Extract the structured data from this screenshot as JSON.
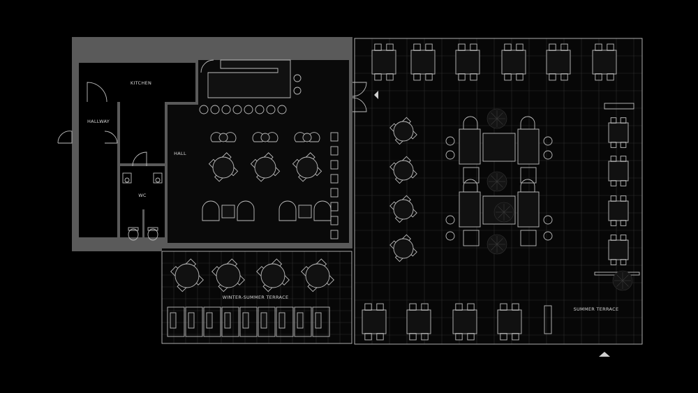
{
  "rooms": {
    "kitchen": "KITCHEN",
    "hallway": "HALLWAY",
    "hall": "HALL",
    "wc": "WC",
    "winter_summer_terrace": "WINTER-SUMMER TERRACE",
    "summer_terrace": "SUMMER TERRACE"
  },
  "colors": {
    "background": "#000000",
    "walls": "#5a5a5a",
    "lines": "#bfbfbf",
    "grid": "#2e2e2e"
  },
  "icons": [
    "north-arrow-icon",
    "entrance-arrow-icon"
  ]
}
